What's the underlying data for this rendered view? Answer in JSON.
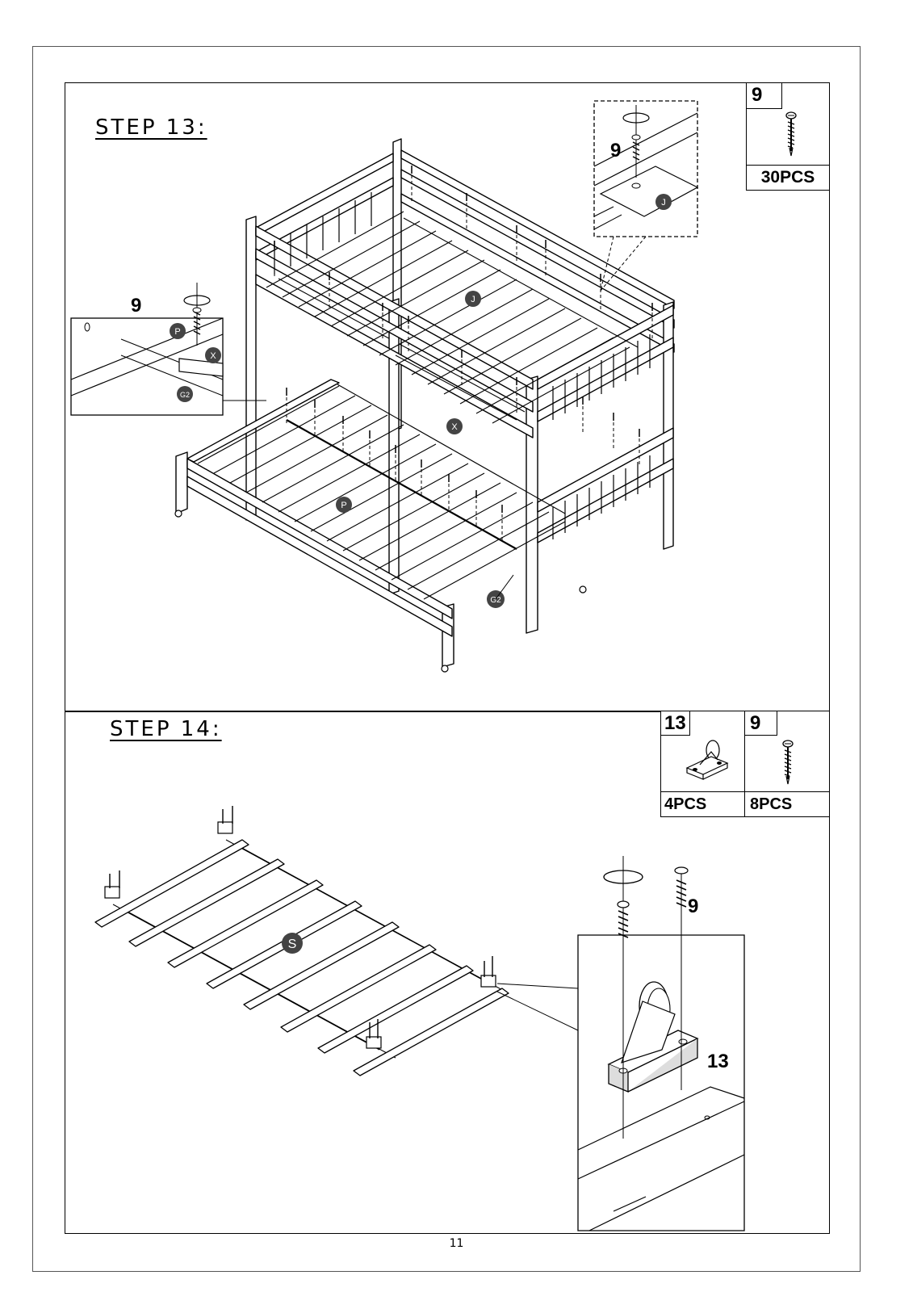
{
  "step13": {
    "title": "STEP 13:",
    "part": {
      "number": "9",
      "qty": "30PCS"
    },
    "callout_number": "9",
    "labels": {
      "p": "P",
      "x": "X",
      "g2": "G2",
      "j": "J"
    }
  },
  "step14": {
    "title": "STEP 14:",
    "parts": [
      {
        "number": "13",
        "qty": "4PCS"
      },
      {
        "number": "9",
        "qty": "8PCS"
      }
    ],
    "callout_screw": "9",
    "callout_caster": "13",
    "labels": {
      "s": "S"
    }
  },
  "page_number": "11"
}
